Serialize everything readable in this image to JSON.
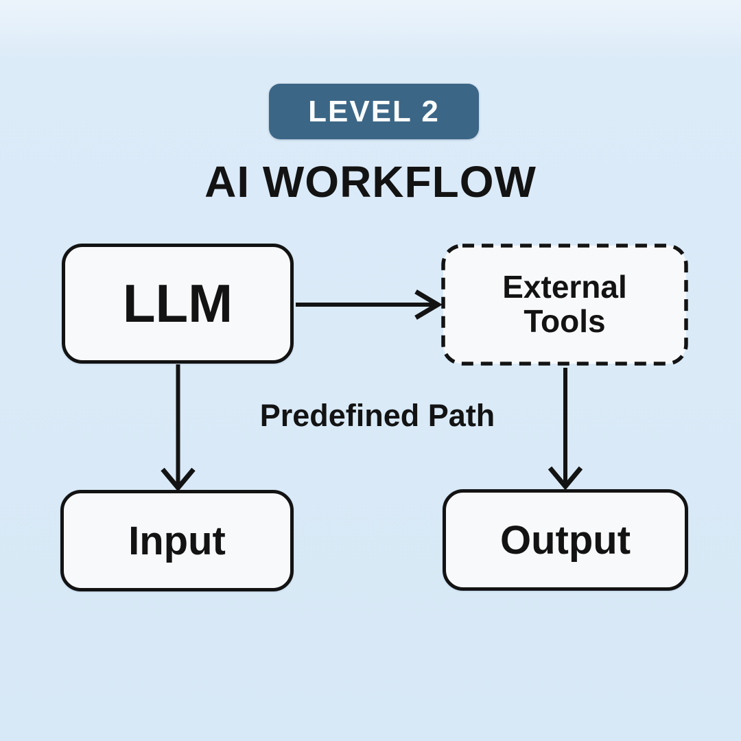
{
  "badge": {
    "label": "LEVEL 2"
  },
  "title": {
    "text": "AI WORKFLOW"
  },
  "diagram": {
    "nodes": [
      {
        "id": "llm",
        "label": "LLM",
        "border": "solid"
      },
      {
        "id": "external-tools",
        "label": "External Tools",
        "border": "dashed"
      },
      {
        "id": "input",
        "label": "Input",
        "border": "solid"
      },
      {
        "id": "output",
        "label": "Output",
        "border": "solid"
      }
    ],
    "edges": [
      {
        "from": "llm",
        "to": "external-tools",
        "direction": "right"
      },
      {
        "from": "llm",
        "to": "input",
        "direction": "down"
      },
      {
        "from": "external-tools",
        "to": "output",
        "direction": "down"
      }
    ],
    "annotation": {
      "text": "Predefined Path"
    }
  },
  "colors": {
    "background": "#d9e9f7",
    "badge_background": "#3c6686",
    "badge_text": "#fafcfd",
    "node_background": "#f8f9fb",
    "node_border": "#131313",
    "text": "#131313",
    "arrow": "#131313"
  }
}
